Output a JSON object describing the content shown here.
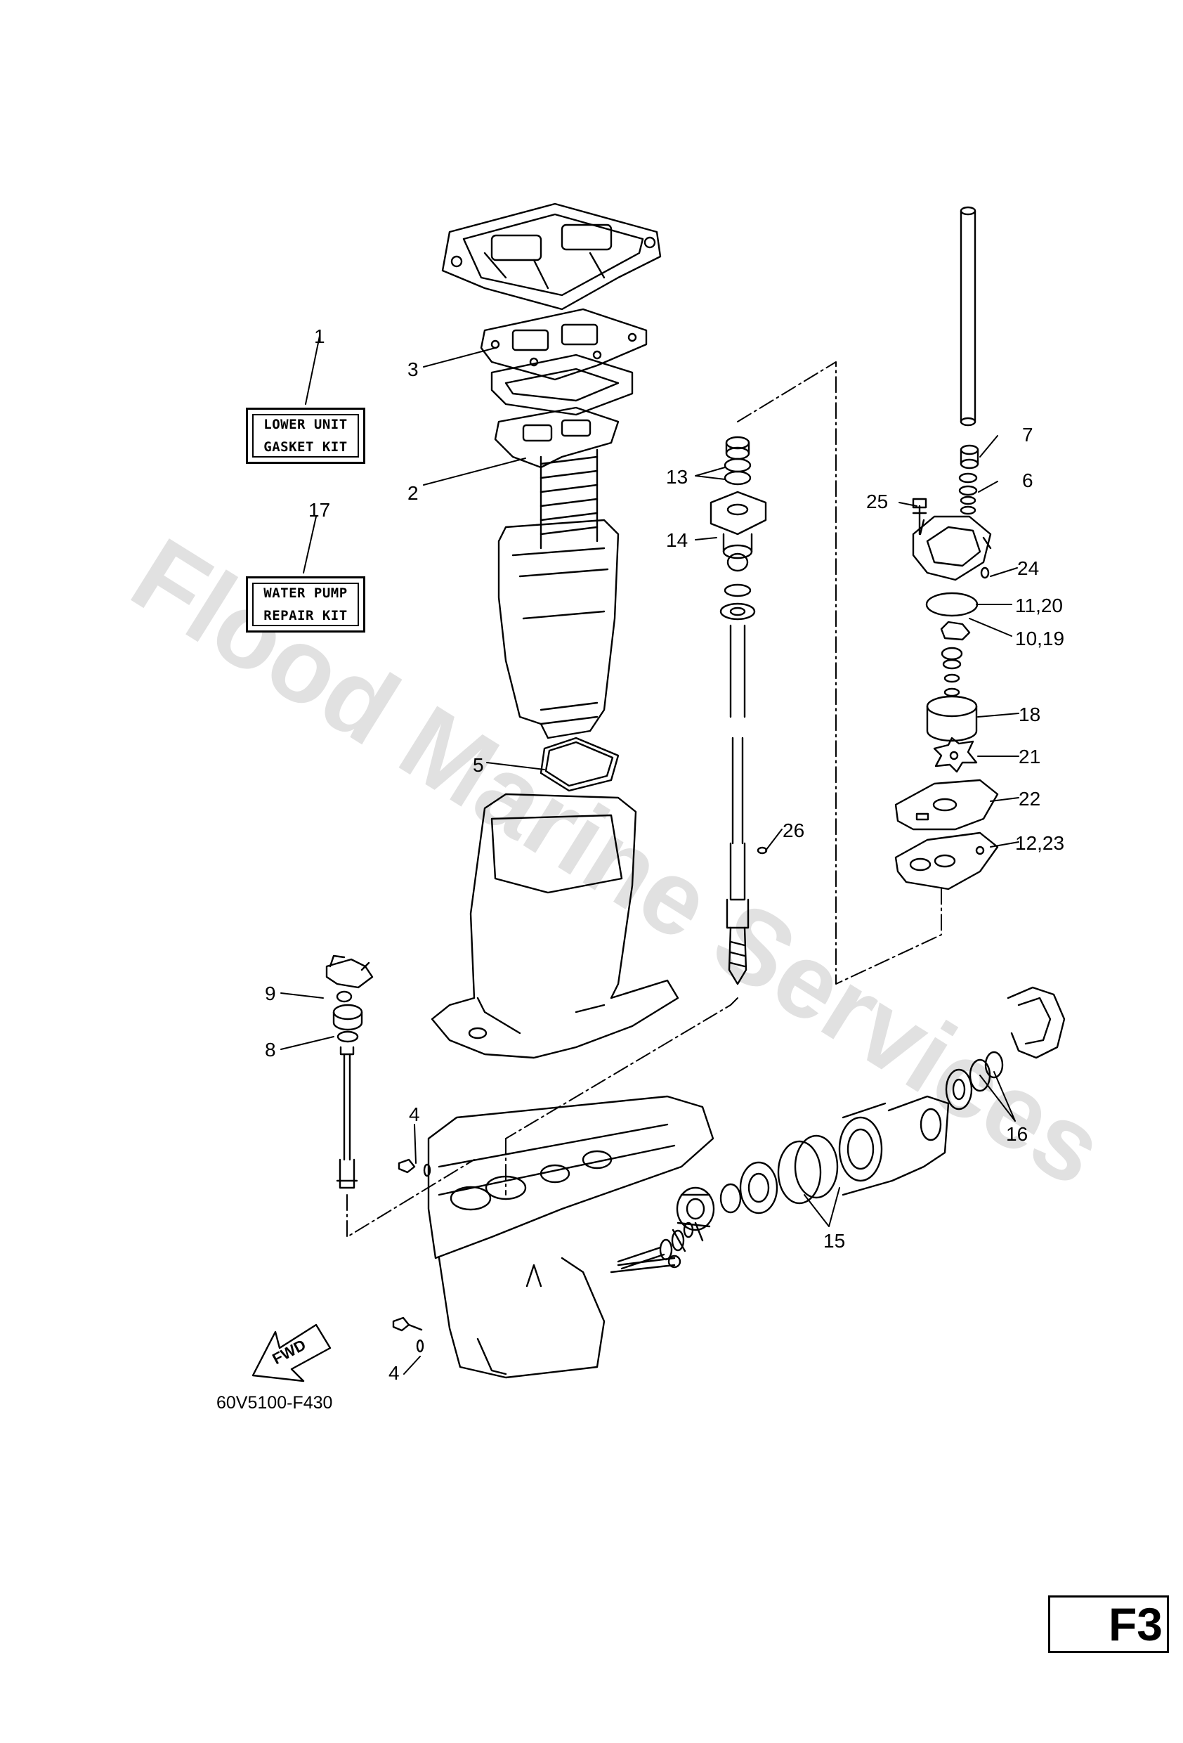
{
  "kits": {
    "lower_unit": {
      "line1": "LOWER UNIT",
      "line2": "GASKET KIT"
    },
    "water_pump": {
      "line1": "WATER PUMP",
      "line2": "REPAIR KIT"
    }
  },
  "callouts": {
    "c1": "1",
    "c17": "17",
    "c3": "3",
    "c2": "2",
    "c5": "5",
    "c13": "13",
    "c14": "14",
    "c26": "26",
    "c7": "7",
    "c6": "6",
    "c25": "25",
    "c24": "24",
    "c11_20": "11,20",
    "c10_19": "10,19",
    "c18": "18",
    "c21": "21",
    "c22": "22",
    "c12_23": "12,23",
    "c9": "9",
    "c8": "8",
    "c4a": "4",
    "c4b": "4",
    "c15": "15",
    "c16": "16"
  },
  "fwd_label": "FWD",
  "diagram_code": "60V5100-F430",
  "page_label": "F3",
  "watermark": "Flood Marine Services"
}
